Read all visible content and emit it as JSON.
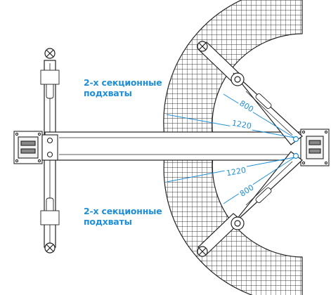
{
  "annotations": {
    "top_note": {
      "line1": "2-х секционные",
      "line2": "подхваты"
    },
    "bottom_note": {
      "line1": "2-х секционные",
      "line2": "подхваты"
    }
  },
  "dimensions": {
    "upper_short": "800",
    "upper_long": "1220",
    "lower_long": "1220",
    "lower_short": "800"
  },
  "colors": {
    "line": "#222222",
    "accent": "#1e8fd6",
    "grid_fill": "#ffffff"
  }
}
